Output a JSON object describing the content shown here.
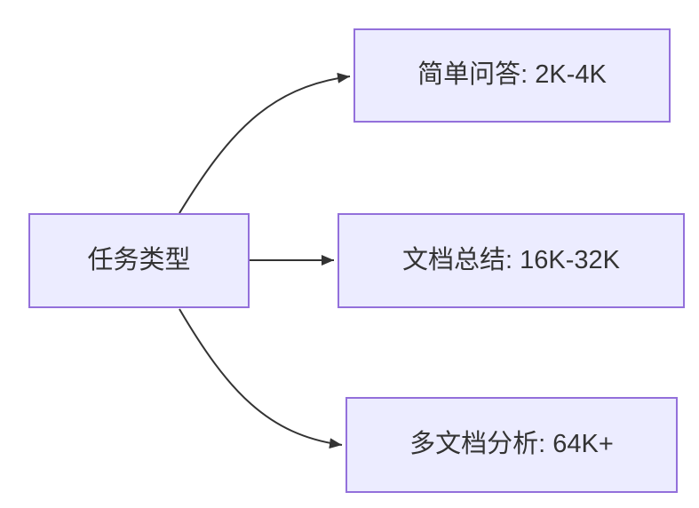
{
  "diagram": {
    "type": "flowchart-left-to-right",
    "root": {
      "label": "任务类型"
    },
    "branches": [
      {
        "label": "简单问答: 2K-4K"
      },
      {
        "label": "文档总结: 16K-32K"
      },
      {
        "label": "多文档分析: 64K+"
      }
    ],
    "colors": {
      "node_fill": "#ECECFF",
      "node_border": "#9370DB",
      "edge": "#333333",
      "text": "#333333",
      "background": "#FFFFFF"
    }
  }
}
